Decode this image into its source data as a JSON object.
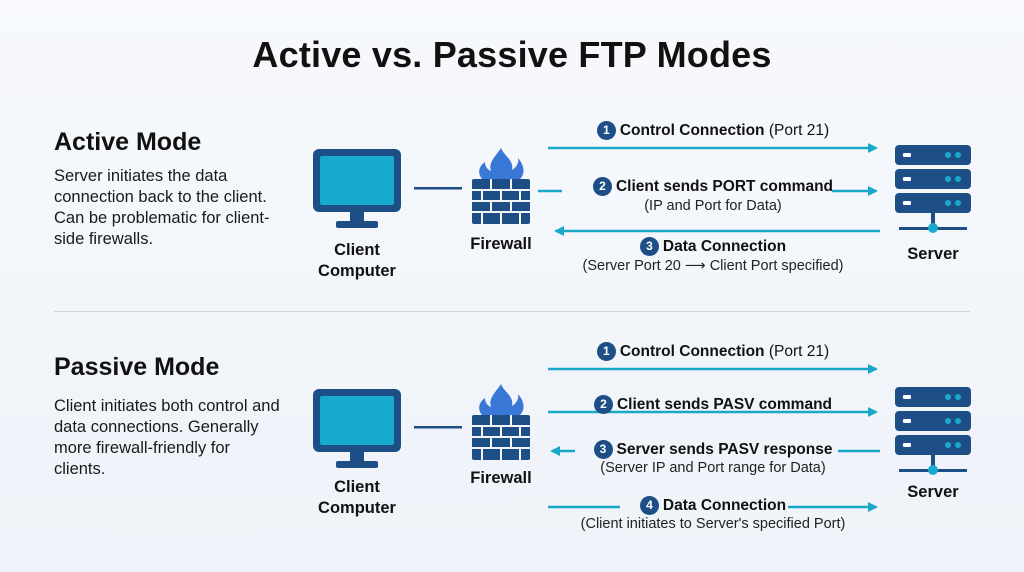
{
  "title": "Active vs. Passive FTP Modes",
  "colors": {
    "accent": "#1aa8c9",
    "navy": "#1d4f86",
    "monitor_screen": "#18a9cf",
    "flame": "#3a78d8"
  },
  "nodes": {
    "client": "Client\nComputer",
    "firewall": "Firewall",
    "server": "Server"
  },
  "active": {
    "heading": "Active Mode",
    "description": "Server initiates the data connection back to the client. Can be problematic for client-side firewalls.",
    "steps": [
      {
        "num": "1",
        "label": "Control Connection",
        "suffix": " (Port 21)",
        "sub": ""
      },
      {
        "num": "2",
        "label": "Client sends PORT command",
        "suffix": "",
        "sub": "(IP and Port for Data)"
      },
      {
        "num": "3",
        "label": "Data Connection",
        "suffix": "",
        "sub": "(Server Port 20 ⟶ Client Port specified)"
      }
    ]
  },
  "passive": {
    "heading": "Passive Mode",
    "description": "Client initiates both control and data connections. Generally more firewall-friendly for clients.",
    "steps": [
      {
        "num": "1",
        "label": "Control Connection",
        "suffix": " (Port 21)",
        "sub": ""
      },
      {
        "num": "2",
        "label": "Client sends PASV command",
        "suffix": "",
        "sub": ""
      },
      {
        "num": "3",
        "label": "Server sends PASV response",
        "suffix": "",
        "sub": "(Server IP and Port range for Data)"
      },
      {
        "num": "4",
        "label": "Data Connection",
        "suffix": "",
        "sub": "(Client initiates to Server's specified Port)"
      }
    ]
  }
}
